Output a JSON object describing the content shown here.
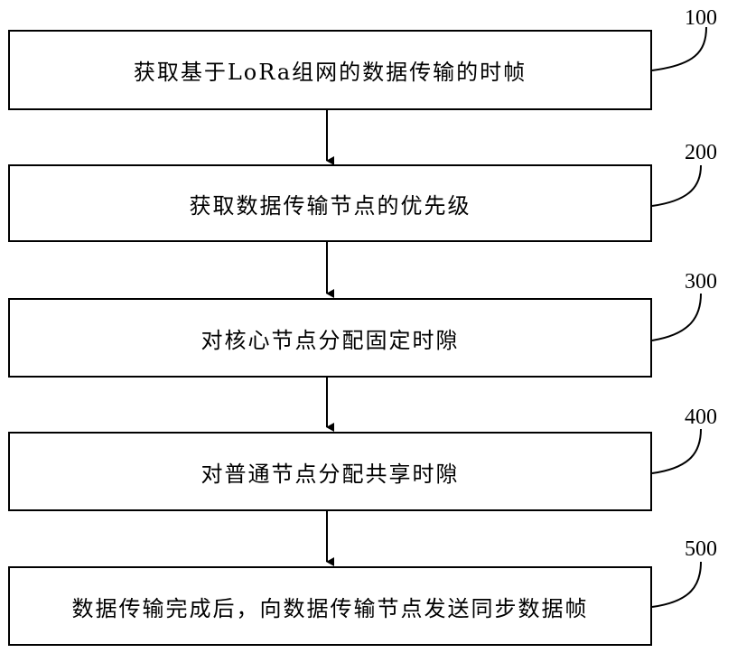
{
  "flowchart": {
    "steps": [
      {
        "id": "100",
        "text": "获取基于LoRa组网的数据传输的时帧"
      },
      {
        "id": "200",
        "text": "获取数据传输节点的优先级"
      },
      {
        "id": "300",
        "text": "对核心节点分配固定时隙"
      },
      {
        "id": "400",
        "text": "对普通节点分配共享时隙"
      },
      {
        "id": "500",
        "text": "数据传输完成后，向数据传输节点发送同步数据帧"
      }
    ]
  }
}
